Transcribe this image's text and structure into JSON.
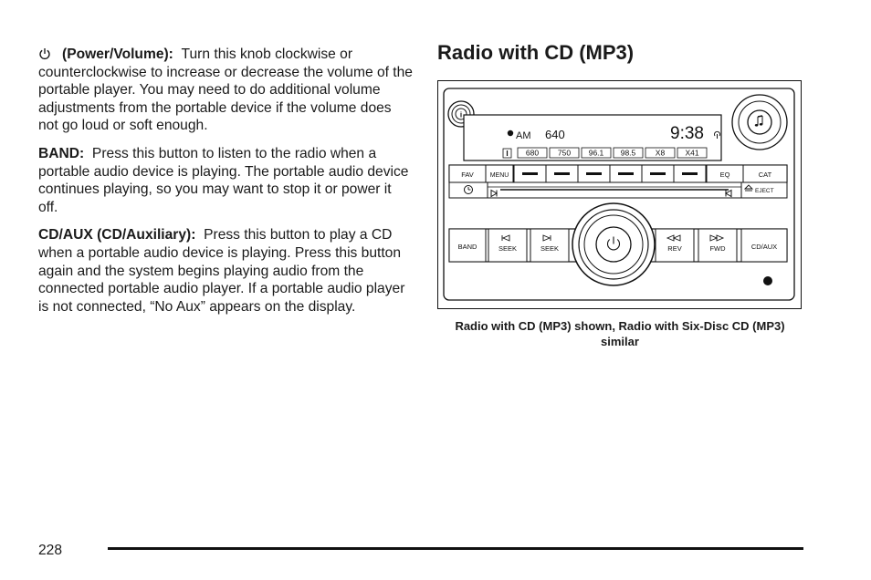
{
  "left_column": {
    "power_volume": {
      "icon": "power-icon",
      "term": "(Power/Volume):",
      "text": "Turn this knob clockwise or counterclockwise to increase or decrease the volume of the portable player. You may need to do additional volume adjustments from the portable device if the volume does not go loud or soft enough."
    },
    "band": {
      "term": "BAND:",
      "text": "Press this button to listen to the radio when a portable audio device is playing. The portable audio device continues playing, so you may want to stop it or power it off."
    },
    "cd_aux": {
      "term": "CD/AUX (CD/Auxiliary):",
      "text": "Press this button to play a CD when a portable audio device is playing. Press this button again and the system begins playing audio from the connected portable audio player. If a portable audio player is not connected, “No Aux” appears on the display."
    }
  },
  "section_heading": "Radio with CD (MP3)",
  "radio_figure": {
    "display": {
      "band": "AM",
      "frequency": "640",
      "clock": "9:38",
      "presets": [
        "680",
        "750",
        "96.1",
        "98.5",
        "X8",
        "X41"
      ]
    },
    "top_buttons": {
      "fav": "FAV",
      "menu": "MENU",
      "eq": "EQ",
      "cat": "CAT",
      "eject": "EJECT"
    },
    "bottom_buttons": {
      "band": "BAND",
      "seek_back": "SEEK",
      "seek_fwd": "SEEK",
      "rev": "REV",
      "fwd": "FWD",
      "cd_aux": "CD/AUX"
    }
  },
  "figure_caption": "Radio with CD (MP3) shown, Radio with Six-Disc CD (MP3) similar",
  "page_number": "228"
}
